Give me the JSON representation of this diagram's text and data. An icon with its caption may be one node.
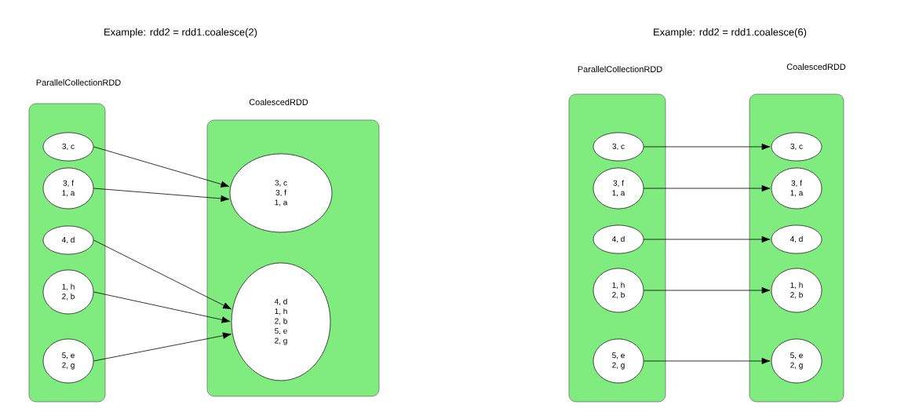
{
  "diagram": {
    "nodes": [
      {
        "text": [
          "ParallelCollectionRDD"
        ]
      },
      {
        "text": [
          "3, c"
        ],
        "in": 0
      },
      {
        "text": [
          "3, f",
          "1, a"
        ],
        "in": 0
      },
      {
        "text": [
          "4, d"
        ],
        "in": 0
      },
      {
        "text": [
          "1, h",
          "2, b"
        ],
        "in": 0
      },
      {
        "text": [
          "5, e",
          "2, g"
        ],
        "in": 0
      },
      {
        "text": [
          "CoalescedRDD"
        ]
      },
      {
        "text": [
          "3, c",
          "3, f",
          "1, a"
        ],
        "in": 6
      },
      {
        "text": [
          "4, d",
          "1, h",
          "2, b",
          "5, e",
          "2, g"
        ],
        "in": 6
      },
      {
        "text": [
          "ParallelCollectionRDD"
        ]
      },
      {
        "text": [
          "3, c"
        ],
        "in": 9
      },
      {
        "text": [
          "3, f",
          "1, a"
        ],
        "in": 9
      },
      {
        "text": [
          "4, d"
        ],
        "in": 9
      },
      {
        "text": [
          "1, h",
          "2, b"
        ],
        "in": 9
      },
      {
        "text": [
          "5, e",
          "2, g"
        ],
        "in": 9
      },
      {
        "text": [
          "CoalescedRDD"
        ]
      },
      {
        "text": [
          "3, c"
        ],
        "in": 15
      },
      {
        "text": [
          "3, f",
          "1, a"
        ],
        "in": 15
      },
      {
        "text": [
          "4, d"
        ],
        "in": 15
      },
      {
        "text": [
          "1, h",
          "2, b"
        ],
        "in": 15
      },
      {
        "text": [
          "5, e",
          "2, g"
        ],
        "in": 15
      }
    ],
    "edges": [
      {
        "from": 1,
        "to": 7,
        "arrow": "to"
      },
      {
        "from": 2,
        "to": 7,
        "arrow": "to"
      },
      {
        "from": 3,
        "to": 8,
        "arrow": "to"
      },
      {
        "from": 4,
        "to": 8,
        "arrow": "to"
      },
      {
        "from": 5,
        "to": 8,
        "arrow": "to"
      },
      {
        "from": 10,
        "to": 16,
        "arrow": "to"
      },
      {
        "from": 11,
        "to": 17,
        "arrow": "to"
      },
      {
        "from": 12,
        "to": 18,
        "arrow": "to"
      },
      {
        "from": 13,
        "to": 19,
        "arrow": "to"
      },
      {
        "from": 14,
        "to": 20,
        "arrow": "to"
      }
    ],
    "labels": [
      "Example: rdd2 = rdd1.coalesce(2)",
      "Example: rdd2 = rdd1.coalesce(6)"
    ]
  }
}
